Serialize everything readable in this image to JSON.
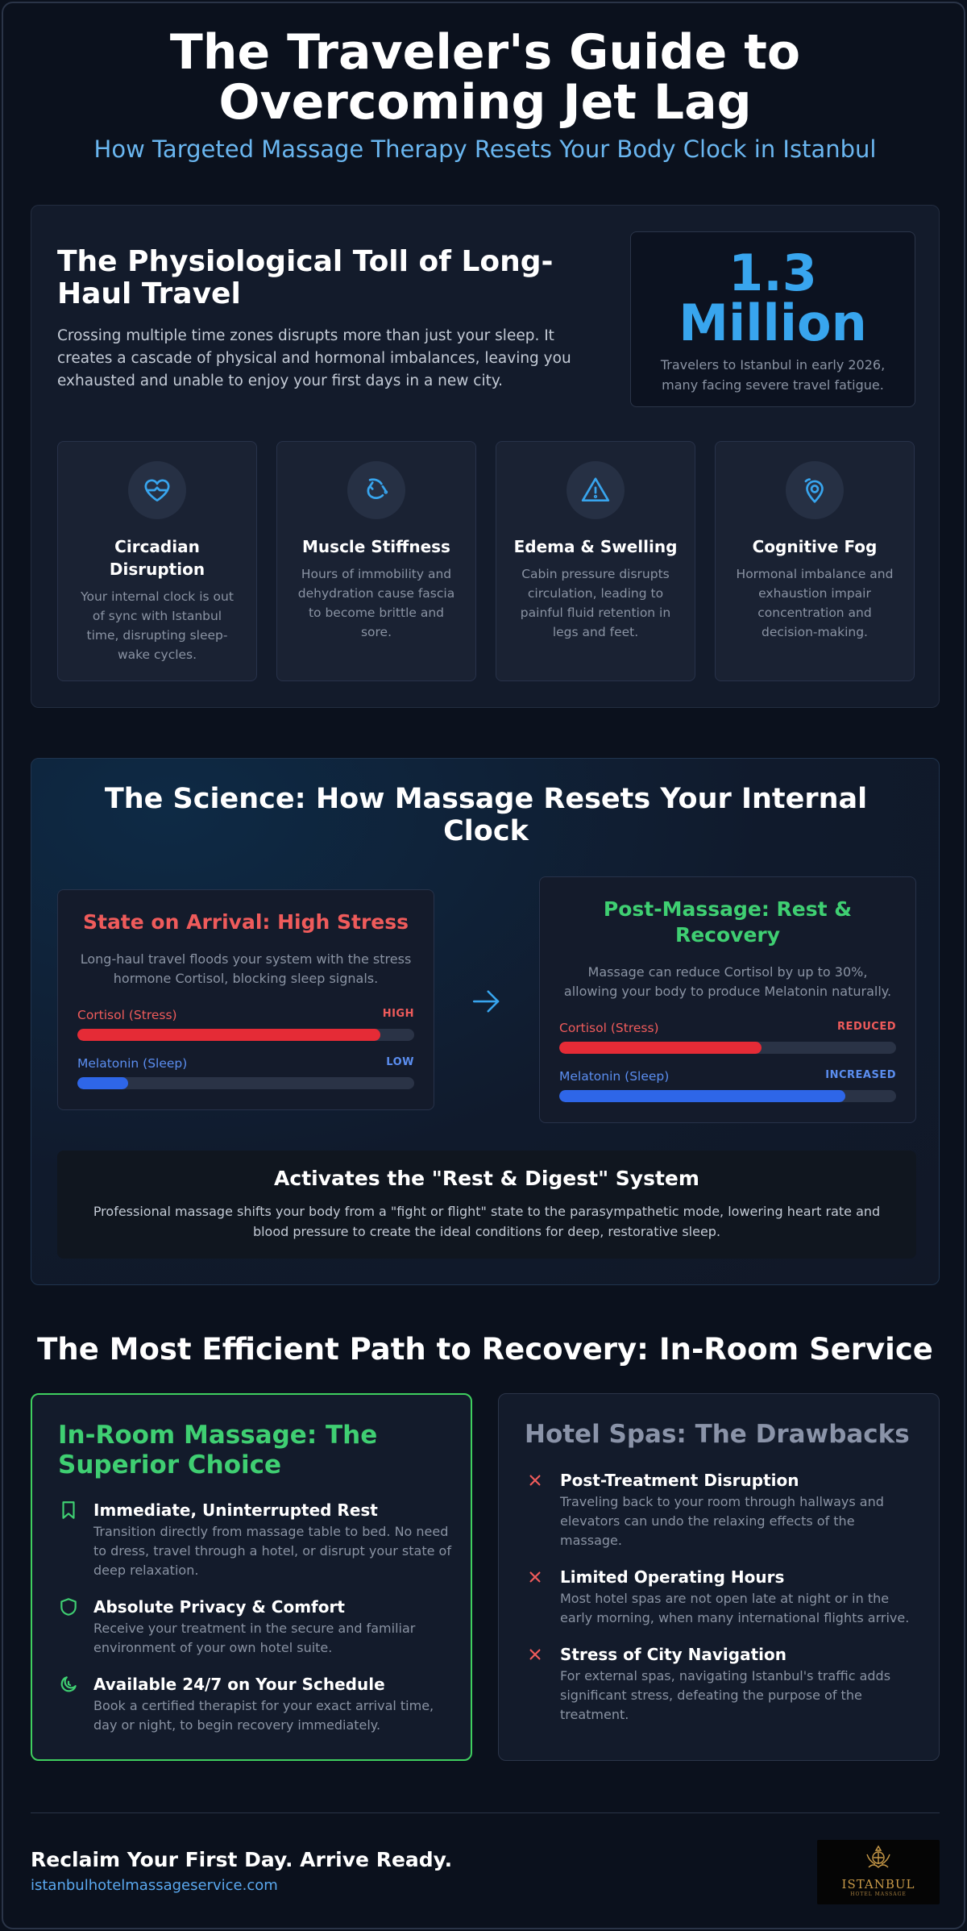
{
  "header": {
    "title": "The Traveler's Guide to Overcoming Jet Lag",
    "subtitle": "How Targeted Massage Therapy Resets Your Body Clock in Istanbul"
  },
  "toll": {
    "heading": "The Physiological Toll of Long-Haul Travel",
    "intro": "Crossing multiple time zones disrupts more than just your sleep. It creates a cascade of physical and hormonal imbalances, leaving you exhausted and unable to enjoy your first days in a new city.",
    "stat": {
      "value": "1.3 Million",
      "description": "Travelers to Istanbul in early 2026, many facing severe travel fatigue."
    },
    "tiles": [
      {
        "icon": "heart-icon",
        "title": "Circadian Disruption",
        "text": "Your internal clock is out of sync with Istanbul time, disrupting sleep-wake cycles."
      },
      {
        "icon": "muscle-icon",
        "title": "Muscle Stiffness",
        "text": "Hours of immobility and dehydration cause fascia to become brittle and sore."
      },
      {
        "icon": "warning-triangle-icon",
        "title": "Edema & Swelling",
        "text": "Cabin pressure disrupts circulation, leading to painful fluid retention in legs and feet."
      },
      {
        "icon": "brain-location-icon",
        "title": "Cognitive Fog",
        "text": "Hormonal imbalance and exhaustion impair concentration and decision-making."
      }
    ]
  },
  "science": {
    "heading": "The Science: How Massage Resets Your Internal Clock",
    "arrival": {
      "title": "State on Arrival: High Stress",
      "text": "Long-haul travel floods your system with the stress hormone Cortisol, blocking sleep signals.",
      "meters": [
        {
          "label": "Cortisol (Stress)",
          "value_label": "HIGH",
          "level": 0.9
        },
        {
          "label": "Melatonin (Sleep)",
          "value_label": "LOW",
          "level": 0.15
        }
      ]
    },
    "post": {
      "title": "Post-Massage: Rest & Recovery",
      "text": "Massage can reduce Cortisol by up to 30%, allowing your body to produce Melatonin naturally.",
      "meters": [
        {
          "label": "Cortisol (Stress)",
          "value_label": "REDUCED",
          "level": 0.6
        },
        {
          "label": "Melatonin (Sleep)",
          "value_label": "INCREASED",
          "level": 0.85
        }
      ]
    },
    "activates": {
      "title": "Activates the \"Rest & Digest\" System",
      "text": "Professional massage shifts your body from a \"fight or flight\" state to the parasympathetic mode, lowering heart rate and blood pressure to create the ideal conditions for deep, restorative sleep."
    }
  },
  "recovery": {
    "heading": "The Most Efficient Path to Recovery: In-Room Service",
    "in_room": {
      "title": "In-Room Massage: The Superior Choice",
      "items": [
        {
          "icon": "bookmark-icon",
          "title": "Immediate, Uninterrupted Rest",
          "text": "Transition directly from massage table to bed. No need to dress, travel through a hotel, or disrupt your state of deep relaxation."
        },
        {
          "icon": "shield-icon",
          "title": "Absolute Privacy & Comfort",
          "text": "Receive your treatment in the secure and familiar environment of your own hotel suite."
        },
        {
          "icon": "moon-clock-icon",
          "title": "Available 24/7 on Your Schedule",
          "text": "Book a certified therapist for your exact arrival time, day or night, to begin recovery immediately."
        }
      ]
    },
    "hotel_spa": {
      "title": "Hotel Spas: The Drawbacks",
      "items": [
        {
          "icon": "x-icon",
          "title": "Post-Treatment Disruption",
          "text": "Traveling back to your room through hallways and elevators can undo the relaxing effects of the massage."
        },
        {
          "icon": "x-icon",
          "title": "Limited Operating Hours",
          "text": "Most hotel spas are not open late at night or in the early morning, when many international flights arrive."
        },
        {
          "icon": "x-icon",
          "title": "Stress of City Navigation",
          "text": "For external spas, navigating Istanbul's traffic adds significant stress, defeating the purpose of the treatment."
        }
      ]
    }
  },
  "footer": {
    "tagline": "Reclaim Your First Day. Arrive Ready.",
    "url": "istanbulhotelmassageservice.com",
    "logo": {
      "name": "ISTANBUL",
      "sub": "HOTEL MASSAGE"
    }
  },
  "colors": {
    "background": "#0b111d",
    "accent_blue": "#38a5ee",
    "stress_red": "#e52b36",
    "sleep_blue": "#2e66e8",
    "good_green": "#3fcf72"
  }
}
